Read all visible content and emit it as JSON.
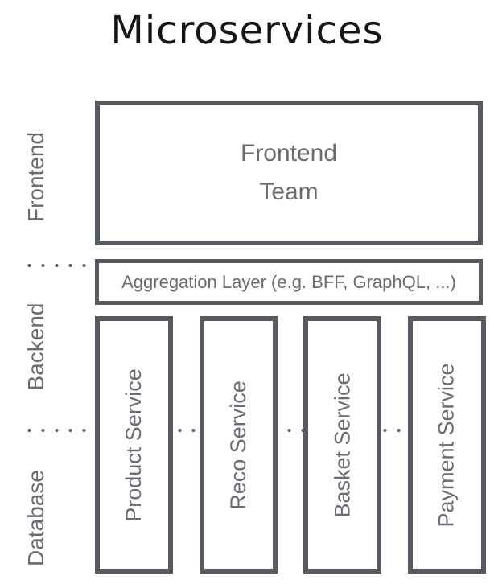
{
  "title": "Microservices",
  "colors": {
    "box_border": "#555b61",
    "box_text": "#676d73",
    "title_text": "#161616",
    "divider_dots": "#555b61",
    "background": "#ffffff"
  },
  "row_labels": [
    {
      "label": "Frontend"
    },
    {
      "label": "Backend"
    },
    {
      "label": "Database"
    }
  ],
  "frontend_box": {
    "lines": [
      "Frontend",
      "Team"
    ]
  },
  "aggregation_box": {
    "label": "Aggregation Layer (e.g. BFF, GraphQL, ...)"
  },
  "services": [
    {
      "label": "Product Service"
    },
    {
      "label": "Reco Service"
    },
    {
      "label": "Basket Service"
    },
    {
      "label": "Payment Service"
    }
  ]
}
